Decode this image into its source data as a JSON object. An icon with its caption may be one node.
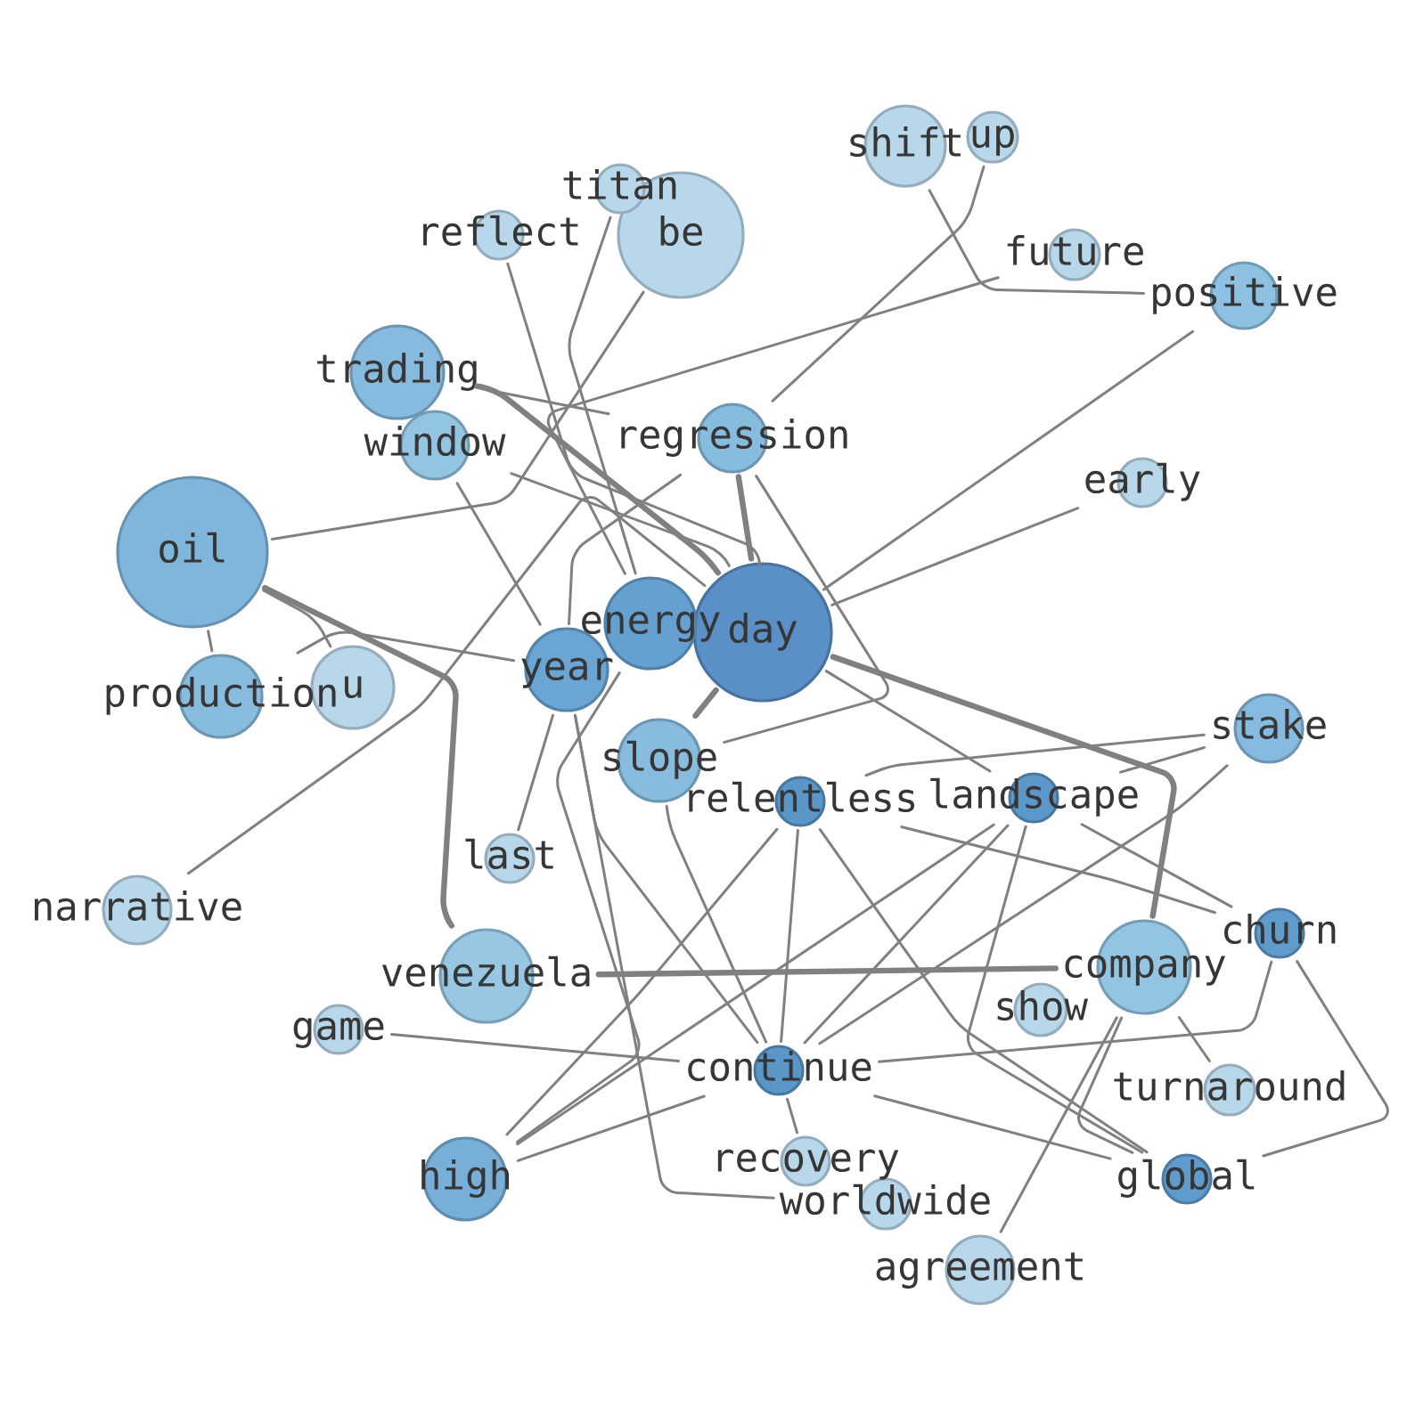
{
  "diagram": {
    "nodes": [
      {
        "text": [
          "shift"
        ]
      },
      {
        "text": [
          "up"
        ]
      },
      {
        "text": [
          "titan"
        ]
      },
      {
        "text": [
          "reflect"
        ]
      },
      {
        "text": [
          "be"
        ]
      },
      {
        "text": [
          "future"
        ]
      },
      {
        "text": [
          "positive"
        ]
      },
      {
        "text": [
          "trading"
        ]
      },
      {
        "text": [
          "regression"
        ]
      },
      {
        "text": [
          "window"
        ]
      },
      {
        "text": [
          "early"
        ]
      },
      {
        "text": [
          "oil"
        ]
      },
      {
        "text": [
          "energy"
        ]
      },
      {
        "text": [
          "day"
        ]
      },
      {
        "text": [
          "year"
        ]
      },
      {
        "text": [
          "production"
        ]
      },
      {
        "text": [
          "u"
        ]
      },
      {
        "text": [
          "stake"
        ]
      },
      {
        "text": [
          "slope"
        ]
      },
      {
        "text": [
          "relentless"
        ]
      },
      {
        "text": [
          "landscape"
        ]
      },
      {
        "text": [
          "last"
        ]
      },
      {
        "text": [
          "narrative"
        ]
      },
      {
        "text": [
          "venezuela"
        ]
      },
      {
        "text": [
          "show"
        ]
      },
      {
        "text": [
          "company"
        ]
      },
      {
        "text": [
          "churn"
        ]
      },
      {
        "text": [
          "game"
        ]
      },
      {
        "text": [
          "continue"
        ]
      },
      {
        "text": [
          "turnaround"
        ]
      },
      {
        "text": [
          "high"
        ]
      },
      {
        "text": [
          "recovery"
        ]
      },
      {
        "text": [
          "global"
        ]
      },
      {
        "text": [
          "worldwide"
        ]
      },
      {
        "text": [
          "agreement"
        ]
      }
    ],
    "edges": [
      {
        "from": 0,
        "to": 6,
        "arrow": "none"
      },
      {
        "from": 1,
        "to": 8,
        "arrow": "none"
      },
      {
        "from": 5,
        "to": 12,
        "arrow": "none"
      },
      {
        "from": 6,
        "to": 13,
        "arrow": "none"
      },
      {
        "from": 10,
        "to": 13,
        "arrow": "none"
      },
      {
        "from": 2,
        "to": 12,
        "arrow": "none"
      },
      {
        "from": 3,
        "to": 13,
        "arrow": "none"
      },
      {
        "from": 11,
        "to": 4,
        "arrow": "none"
      },
      {
        "from": 11,
        "to": 15,
        "arrow": "none"
      },
      {
        "from": 11,
        "to": 16,
        "arrow": "none"
      },
      {
        "from": 11,
        "to": 23,
        "arrow": "none",
        "style": "thick"
      },
      {
        "from": 15,
        "to": 14,
        "arrow": "none"
      },
      {
        "from": 7,
        "to": 8,
        "arrow": "none"
      },
      {
        "from": 7,
        "to": 13,
        "arrow": "none",
        "style": "thick"
      },
      {
        "from": 13,
        "to": 25,
        "arrow": "none",
        "style": "thick"
      },
      {
        "from": 9,
        "to": 13,
        "arrow": "none"
      },
      {
        "from": 9,
        "to": 14,
        "arrow": "none"
      },
      {
        "from": 14,
        "to": 33,
        "arrow": "none"
      },
      {
        "from": 14,
        "to": 28,
        "arrow": "none"
      },
      {
        "from": 8,
        "to": 14,
        "arrow": "none"
      },
      {
        "from": 8,
        "to": 18,
        "arrow": "none"
      },
      {
        "from": 8,
        "to": 13,
        "arrow": "none",
        "style": "thick"
      },
      {
        "from": 28,
        "to": 31,
        "arrow": "none"
      },
      {
        "from": 21,
        "to": 14,
        "arrow": "none"
      },
      {
        "from": 22,
        "to": 13,
        "arrow": "none"
      },
      {
        "from": 18,
        "to": 13,
        "arrow": "none",
        "style": "thick"
      },
      {
        "from": 25,
        "to": 29,
        "arrow": "none"
      },
      {
        "from": 13,
        "to": 20,
        "arrow": "none"
      },
      {
        "from": 19,
        "to": 17,
        "arrow": "none"
      },
      {
        "from": 19,
        "to": 26,
        "arrow": "none"
      },
      {
        "from": 19,
        "to": 28,
        "arrow": "none"
      },
      {
        "from": 19,
        "to": 30,
        "arrow": "none"
      },
      {
        "from": 19,
        "to": 32,
        "arrow": "none"
      },
      {
        "from": 17,
        "to": 20,
        "arrow": "none"
      },
      {
        "from": 17,
        "to": 28,
        "arrow": "none"
      },
      {
        "from": 20,
        "to": 26,
        "arrow": "none"
      },
      {
        "from": 20,
        "to": 32,
        "arrow": "none"
      },
      {
        "from": 20,
        "to": 28,
        "arrow": "none"
      },
      {
        "from": 20,
        "to": 30,
        "arrow": "none"
      },
      {
        "from": 23,
        "to": 25,
        "arrow": "none",
        "style": "thick"
      },
      {
        "from": 25,
        "to": 34,
        "arrow": "none"
      },
      {
        "from": 25,
        "to": 32,
        "arrow": "none"
      },
      {
        "from": 26,
        "to": 32,
        "arrow": "none"
      },
      {
        "from": 28,
        "to": 26,
        "arrow": "none"
      },
      {
        "from": 28,
        "to": 32,
        "arrow": "none"
      },
      {
        "from": 27,
        "to": 28,
        "arrow": "none"
      },
      {
        "from": 30,
        "to": 28,
        "arrow": "none"
      },
      {
        "from": 30,
        "to": 12,
        "arrow": "none"
      },
      {
        "from": 18,
        "to": 28,
        "arrow": "none"
      }
    ]
  }
}
